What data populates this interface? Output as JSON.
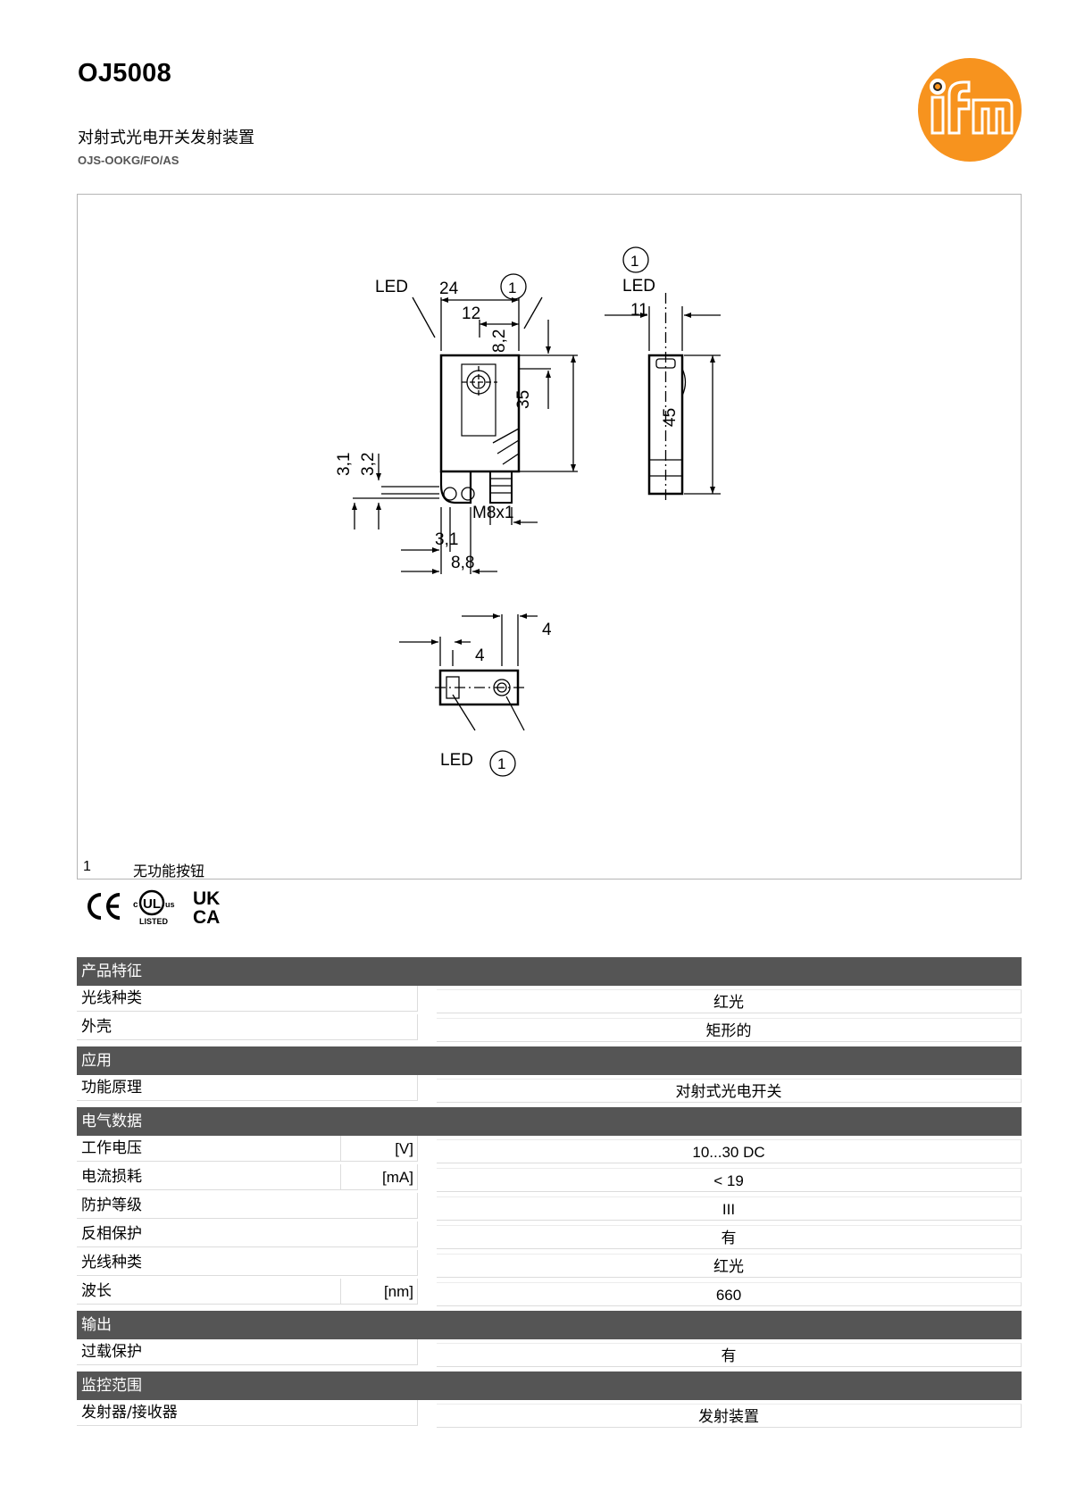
{
  "header": {
    "title": "OJ5008",
    "subtitle": "对射式光电开关发射装置",
    "code": "OJS-OOKG/FO/AS"
  },
  "drawing": {
    "labels": {
      "led_front": "LED",
      "led_side": "LED",
      "led_bottom": "LED",
      "callout_front": "1",
      "callout_side": "1",
      "callout_bottom": "1",
      "dim_24": "24",
      "dim_12": "12",
      "dim_8_2": "8,2",
      "dim_35": "35",
      "dim_11": "11",
      "dim_45": "45",
      "dim_3_1_left": "3,1",
      "dim_3_2": "3,2",
      "dim_m8": "M8x1",
      "dim_3_1_bottom": "3,1",
      "dim_8_8": "8,8",
      "dim_4_a": "4",
      "dim_4_b": "4"
    },
    "legend": {
      "number": "1",
      "text": "无功能按钮"
    }
  },
  "certifications": [
    "CE",
    "cULus LISTED",
    "UKCA"
  ],
  "certification_text": {
    "ul_c": "c",
    "ul_us": "us",
    "ul_listed": "LISTED",
    "ul_mark": "UL",
    "uk": "UK",
    "ca": "CA"
  },
  "colors": {
    "brand_orange": "#f7931e",
    "section_header": "#555555",
    "border": "#b5b5b5"
  },
  "sections": [
    {
      "title": "产品特征",
      "rows": [
        {
          "label": "光线种类",
          "unit": "",
          "value": "红光"
        },
        {
          "label": "外壳",
          "unit": "",
          "value": "矩形的"
        }
      ]
    },
    {
      "title": "应用",
      "rows": [
        {
          "label": "功能原理",
          "unit": "",
          "value": "对射式光电开关"
        }
      ]
    },
    {
      "title": "电气数据",
      "rows": [
        {
          "label": "工作电压",
          "unit": "[V]",
          "value": "10...30 DC"
        },
        {
          "label": "电流损耗",
          "unit": "[mA]",
          "value": "< 19"
        },
        {
          "label": "防护等级",
          "unit": "",
          "value": "III"
        },
        {
          "label": "反相保护",
          "unit": "",
          "value": "有"
        },
        {
          "label": "光线种类",
          "unit": "",
          "value": "红光"
        },
        {
          "label": "波长",
          "unit": "[nm]",
          "value": "660"
        }
      ]
    },
    {
      "title": "输出",
      "rows": [
        {
          "label": "过载保护",
          "unit": "",
          "value": "有"
        }
      ]
    },
    {
      "title": "监控范围",
      "rows": [
        {
          "label": "发射器/接收器",
          "unit": "",
          "value": "发射装置"
        }
      ]
    }
  ]
}
